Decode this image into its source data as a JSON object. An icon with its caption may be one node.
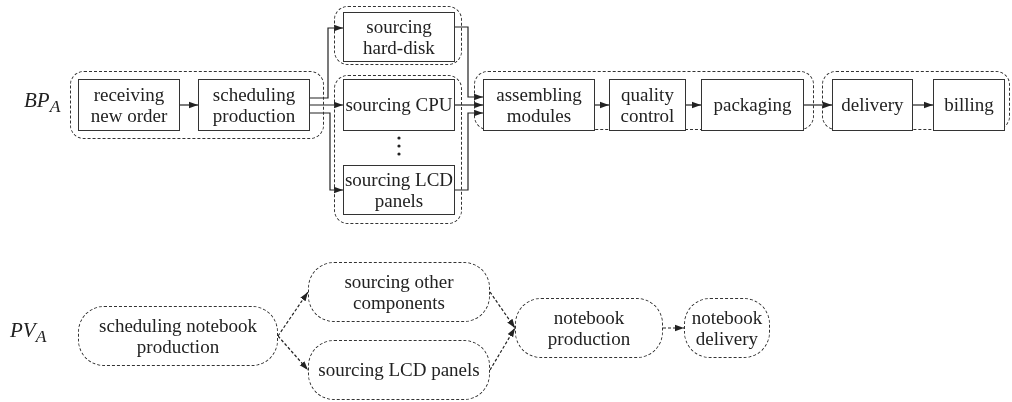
{
  "diagram": {
    "nodes": [
      {
        "text": [],
        "shape": "box"
      },
      {
        "text": [
          "receiving new order"
        ],
        "in": 0
      },
      {
        "text": [
          "scheduling production"
        ],
        "in": 0
      },
      {
        "text": [],
        "shape": "box"
      },
      {
        "text": [
          "sourcing hard-disk"
        ],
        "in": 3
      },
      {
        "text": [],
        "shape": "box"
      },
      {
        "text": [
          "sourcing CPU"
        ],
        "in": 5
      },
      {
        "text": [
          "sourcing LCD panels"
        ],
        "in": 5
      },
      {
        "text": [],
        "shape": "box"
      },
      {
        "text": [
          "assembling modules"
        ],
        "in": 8
      },
      {
        "text": [
          "quality control"
        ],
        "in": 8
      },
      {
        "text": [
          "packaging"
        ],
        "in": 8
      },
      {
        "text": [],
        "shape": "box"
      },
      {
        "text": [
          "delivery"
        ],
        "in": 12
      },
      {
        "text": [
          "billing"
        ],
        "in": 12
      },
      {
        "text": [
          "scheduling notebook production"
        ]
      },
      {
        "text": [
          "sourcing other components"
        ]
      },
      {
        "text": [
          "sourcing LCD panels"
        ]
      },
      {
        "text": [
          "notebook production"
        ]
      },
      {
        "text": [
          "notebook delivery"
        ]
      }
    ],
    "edges": [
      {
        "from": 1,
        "to": 2,
        "arrow": "to"
      },
      {
        "from": 2,
        "to": 4,
        "arrow": "to"
      },
      {
        "from": 2,
        "to": 6,
        "arrow": "to"
      },
      {
        "from": 2,
        "to": 7,
        "arrow": "to"
      },
      {
        "from": 4,
        "to": 9,
        "arrow": "to"
      },
      {
        "from": 6,
        "to": 9,
        "arrow": "to"
      },
      {
        "from": 7,
        "to": 9,
        "arrow": "to"
      },
      {
        "from": 9,
        "to": 10,
        "arrow": "to"
      },
      {
        "from": 10,
        "to": 11,
        "arrow": "to"
      },
      {
        "from": 11,
        "to": 13,
        "arrow": "to"
      },
      {
        "from": 13,
        "to": 14,
        "arrow": "to"
      },
      {
        "from": 15,
        "to": 16,
        "arrow": "to",
        "style": "dashed"
      },
      {
        "from": 15,
        "to": 17,
        "arrow": "to",
        "style": "dashed"
      },
      {
        "from": 16,
        "to": 18,
        "arrow": "to",
        "style": "dashed"
      },
      {
        "from": 17,
        "to": 18,
        "arrow": "to",
        "style": "dashed"
      },
      {
        "from": 18,
        "to": 19,
        "arrow": "to",
        "style": "dashed"
      }
    ],
    "labels": [
      "BP$_{A}$",
      "PV$_{A}$"
    ]
  }
}
